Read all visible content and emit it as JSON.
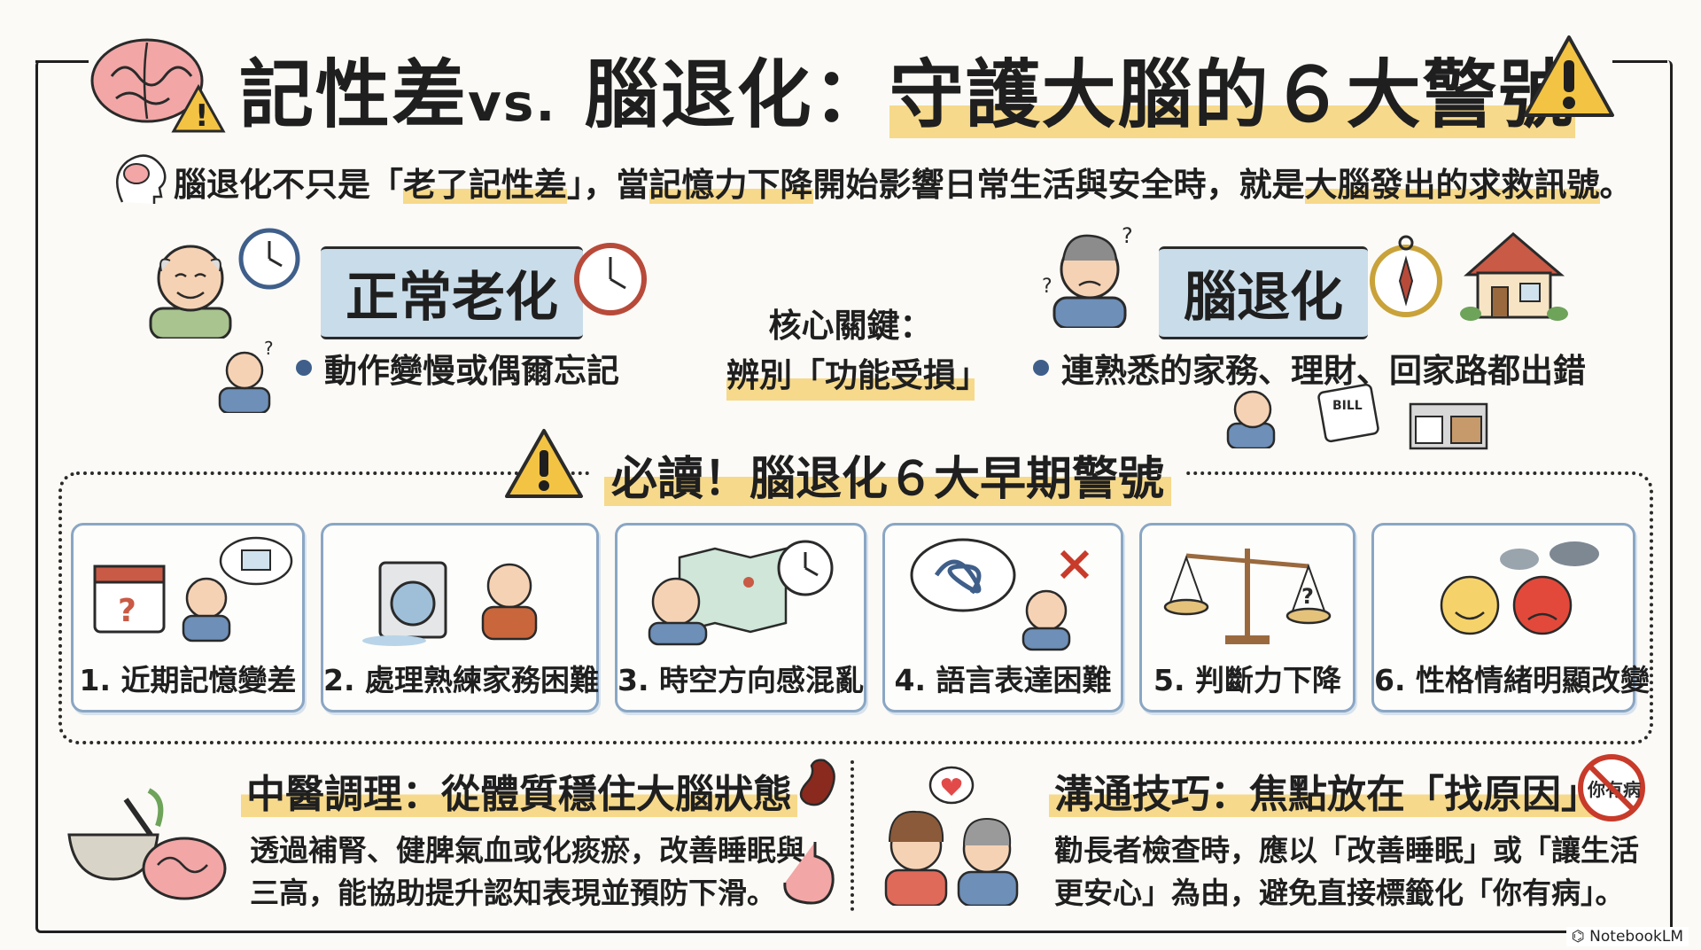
{
  "title": {
    "part1": "記性差",
    "vs": "vs.",
    "part2": "腦退化：",
    "part3": "守護大腦的６大警號"
  },
  "intro": {
    "p1": "腦退化不只是「",
    "h1": "老了記性差",
    "p2": "」，當",
    "h2": "記憶力下降",
    "p3": "開始影響日常生活與安全時，就是",
    "h3": "大腦發出的求救訊號",
    "p4": "。"
  },
  "compare": {
    "normal_title": "正常老化",
    "normal_point": "動作變慢或偶爾忘記",
    "core_line1": "核心關鍵：",
    "core_line2": "辨別「功能受損」",
    "dementia_title": "腦退化",
    "dementia_point": "連熟悉的家務、理財、回家路都出錯",
    "bill_text": "BILL"
  },
  "signs": {
    "title": "必讀！腦退化６大早期警號",
    "cards": [
      {
        "label": "1. 近期記憶變差"
      },
      {
        "label": "2. 處理熟練家務困難"
      },
      {
        "label": "3. 時空方向感混亂"
      },
      {
        "label": "4. 語言表達困難"
      },
      {
        "label": "5. 判斷力下降"
      },
      {
        "label": "6. 性格情緒明顯改變"
      }
    ]
  },
  "tcm": {
    "title": "中醫調理：從體質穩住大腦狀態",
    "line1": "透過補腎、健脾氣血或化痰瘀，改善睡眠與",
    "line2": "三高，能協助提升認知表現並預防下滑。"
  },
  "comm": {
    "title": "溝通技巧：焦點放在「找原因」",
    "line1": "勸長者檢查時，應以「改善睡眠」或「讓生活",
    "line2": "更安心」為由，避免直接標籤化「你有病」。",
    "no_label": "你有病"
  },
  "credit": "NotebookLM",
  "colors": {
    "highlight": "#f6d98a",
    "banner": "#c9dce9",
    "card_border": "#8aa6c4",
    "warning": "#f3c343"
  }
}
